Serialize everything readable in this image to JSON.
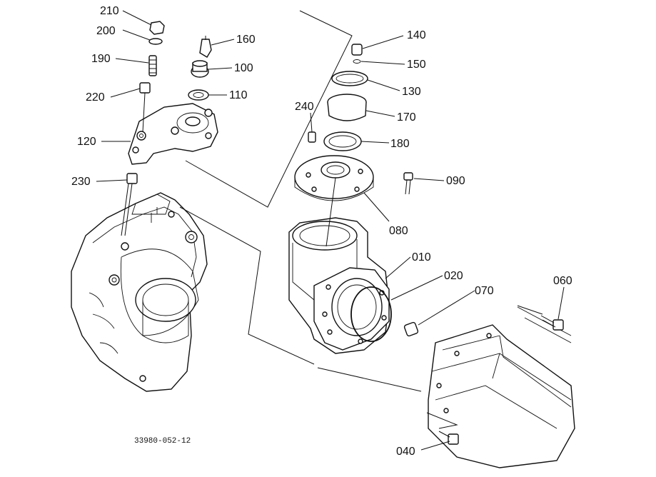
{
  "drawing_code": "33980-052-12",
  "part_labels": [
    {
      "key": "p210",
      "text": "210"
    },
    {
      "key": "p200",
      "text": "200"
    },
    {
      "key": "p190",
      "text": "190"
    },
    {
      "key": "p220",
      "text": "220"
    },
    {
      "key": "p120",
      "text": "120"
    },
    {
      "key": "p230",
      "text": "230"
    },
    {
      "key": "p160",
      "text": "160"
    },
    {
      "key": "p100",
      "text": "100"
    },
    {
      "key": "p110",
      "text": "110"
    },
    {
      "key": "p140",
      "text": "140"
    },
    {
      "key": "p150",
      "text": "150"
    },
    {
      "key": "p130",
      "text": "130"
    },
    {
      "key": "p170",
      "text": "170"
    },
    {
      "key": "p240",
      "text": "240"
    },
    {
      "key": "p180",
      "text": "180"
    },
    {
      "key": "p090",
      "text": "090"
    },
    {
      "key": "p080",
      "text": "080"
    },
    {
      "key": "p010",
      "text": "010"
    },
    {
      "key": "p020",
      "text": "020"
    },
    {
      "key": "p070",
      "text": "070"
    },
    {
      "key": "p060",
      "text": "060"
    },
    {
      "key": "p040",
      "text": "040"
    }
  ]
}
